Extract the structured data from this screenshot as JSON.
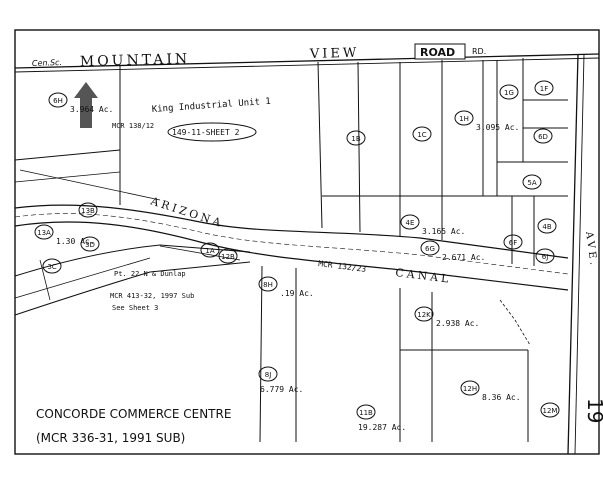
{
  "colors": {
    "ink": "#111111",
    "paper": "#ffffff",
    "arrow": "#555555"
  },
  "icons": {
    "north_arrow": "north-arrow-icon"
  },
  "streets": {
    "top_left_note": "Cen.Sc.",
    "mountain": "MOUNTAIN",
    "view": "VIEW",
    "road": "ROAD",
    "rd": "RD.",
    "right_avenue": "AVE.",
    "arizona": "ARIZONA",
    "canal": "CANAL",
    "right_number": "19"
  },
  "notes": {
    "king_unit": "King Industrial Unit 1",
    "mcr_top": "MCR 138/12",
    "sheet_ref": "149-11-SHEET 2",
    "mcr_canal": "MCR 132/23",
    "pt_22": "Pt. 22 N & Dunlap",
    "mcr_1997": "MCR 413-32, 1997 Sub",
    "see_sheet": "See Sheet 3"
  },
  "parcels": [
    {
      "id": "6H",
      "area": "3.964 Ac."
    },
    {
      "id": "1B",
      "area": ""
    },
    {
      "id": "1C",
      "area": ""
    },
    {
      "id": "1H",
      "area": "3.095 Ac."
    },
    {
      "id": "1G",
      "area": ""
    },
    {
      "id": "1F",
      "area": ""
    },
    {
      "id": "6D",
      "area": ""
    },
    {
      "id": "5A",
      "area": ""
    },
    {
      "id": "4B",
      "area": ""
    },
    {
      "id": "4E",
      "area": "3.165 Ac."
    },
    {
      "id": "6G",
      "area": "2.671 Ac."
    },
    {
      "id": "6F",
      "area": ""
    },
    {
      "id": "6J",
      "area": ""
    },
    {
      "id": "13B",
      "area": ""
    },
    {
      "id": "13A",
      "area": "1.30 Ac."
    },
    {
      "id": "3D",
      "area": ""
    },
    {
      "id": "3C",
      "area": ""
    },
    {
      "id": "12B",
      "area": ""
    },
    {
      "id": "1A",
      "area": ""
    },
    {
      "id": "8H",
      "area": ".19 Ac."
    },
    {
      "id": "8J",
      "area": "6.779 Ac."
    },
    {
      "id": "11B",
      "area": "19.287 Ac."
    },
    {
      "id": "12K",
      "area": "2.938 Ac."
    },
    {
      "id": "12H",
      "area": "8.36 Ac."
    },
    {
      "id": "12M",
      "area": ""
    }
  ],
  "title": {
    "line1": "CONCORDE COMMERCE CENTRE",
    "line2": "(MCR 336-31, 1991 SUB)"
  }
}
